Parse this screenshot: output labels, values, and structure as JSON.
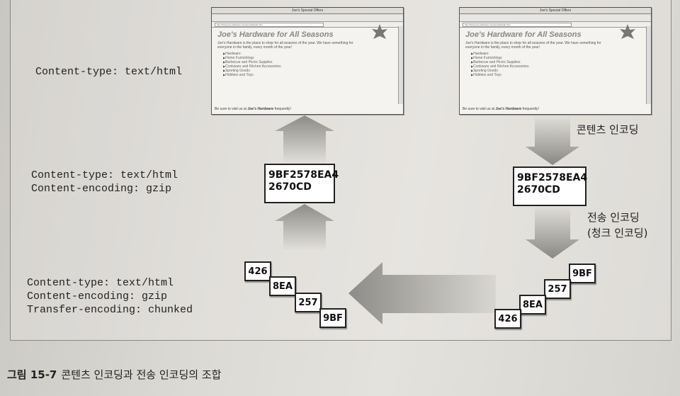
{
  "left_labels": {
    "top": "Content-type: text/html",
    "middle": [
      "Content-type: text/html",
      "Content-encoding: gzip"
    ],
    "bottom": [
      "Content-type: text/html",
      "Content-encoding: gzip",
      "Transfer-encoding: chunked"
    ]
  },
  "browser": {
    "window_title": "Joe's Special Offers",
    "url": "http://www.joes-hardware.com/specials/sale.html",
    "heading": "Joe's Hardware for All Seasons",
    "intro": "Joe's Hardware is the place to shop for all seasons of the year. We have something for everyone in the family, every month of the year!",
    "items": [
      "Hardware",
      "Home Furnishings",
      "Barbecue and Picnic Supplies",
      "Cookware and Kitchen Accessories",
      "Sporting Goods",
      "Hobbies and Toys"
    ],
    "footer_prefix": "Be sure to visit us at",
    "footer_link": "Joe's Hardware",
    "footer_suffix": "frequently!"
  },
  "encoded_block": {
    "line1": "9BF2578EA4",
    "line2": "2670CD"
  },
  "chunks": [
    "426",
    "8EA",
    "257",
    "9BF"
  ],
  "right_labels": {
    "content_encoding": "콘텐츠 인코딩",
    "transfer_encoding": "전송 인코딩",
    "chunked_encoding": "(청크 인코딩)"
  },
  "caption": {
    "number": "그림 15-7",
    "text": "콘텐츠 인코딩과 전송 인코딩의 조합"
  }
}
